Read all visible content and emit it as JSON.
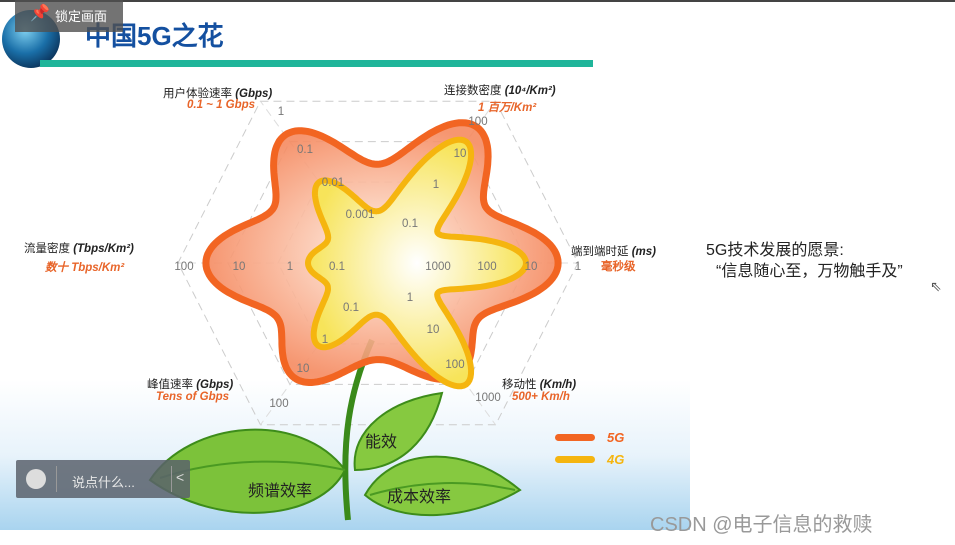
{
  "overlay": {
    "lock_label": "锁定画面",
    "pin_icon": "pin-icon"
  },
  "slide": {
    "title": "中国5G之花",
    "colors": {
      "title": "#1450a0",
      "bar": "#1fb59a",
      "g5": "#f26522",
      "g4": "#f5b50f"
    },
    "axes": [
      {
        "name": "用户体验速率",
        "unit": "(Gbps)",
        "value": "0.1 ~ 1 Gbps",
        "ticks": [
          "1",
          "0.1",
          "0.01",
          "0.001"
        ]
      },
      {
        "name": "连接数密度",
        "unit": "(10⁴/Km²)",
        "value": "1 百万/Km²",
        "ticks": [
          "100",
          "10",
          "1",
          "0.1"
        ]
      },
      {
        "name": "端到端时延",
        "unit": "(ms)",
        "value": "毫秒级",
        "ticks": [
          "1",
          "10",
          "100",
          "1000"
        ]
      },
      {
        "name": "移动性",
        "unit": "(Km/h)",
        "value": "500+ Km/h",
        "ticks": [
          "1000",
          "100",
          "10",
          "1"
        ]
      },
      {
        "name": "峰值速率",
        "unit": "(Gbps)",
        "value": "Tens of Gbps",
        "ticks": [
          "100",
          "10",
          "1",
          "0.1"
        ]
      },
      {
        "name": "流量密度",
        "unit": "(Tbps/Km²)",
        "value": "数十 Tbps/Km²",
        "ticks": [
          "100",
          "10",
          "1",
          "0.1"
        ]
      }
    ],
    "leaves": [
      "能效",
      "频谱效率",
      "成本效率"
    ],
    "legend": [
      {
        "label": "5G"
      },
      {
        "label": "4G"
      }
    ],
    "vision_line1": "5G技术发展的愿景:",
    "vision_line2": "“信息随心至，万物触手及”"
  },
  "chat": {
    "placeholder": "说点什么...",
    "emoji_icon": "smiley-icon",
    "collapse_icon": "chevron-left-icon"
  },
  "watermark": "CSDN @电子信息的救赎"
}
